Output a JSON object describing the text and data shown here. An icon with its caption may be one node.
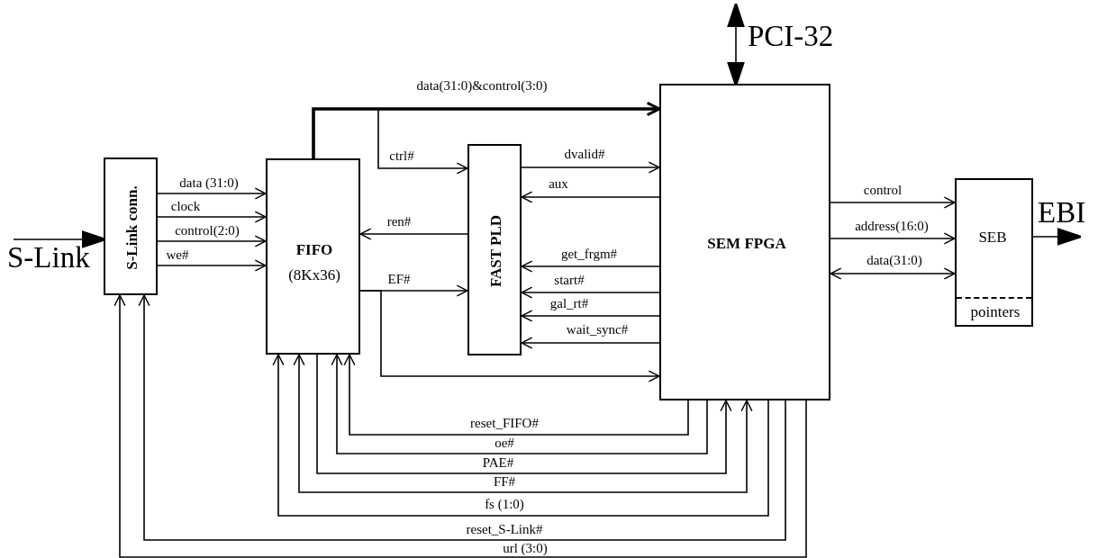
{
  "diagram": {
    "nodes": [
      {
        "text": [
          "S-Link conn."
        ]
      },
      {
        "text": [
          "FIFO",
          "(8Kx36)"
        ]
      },
      {
        "text": [
          "FAST PLD"
        ]
      },
      {
        "text": [
          "SEM FPGA"
        ]
      },
      {
        "text": [
          "SEB",
          "pointers"
        ]
      },
      {
        "text": [
          "S-Link"
        ]
      },
      {
        "text": [
          "PCI-32"
        ]
      },
      {
        "text": [
          "EBI"
        ]
      }
    ],
    "edges": [
      {
        "from": 5,
        "to": 0,
        "arrow": "to"
      },
      {
        "from": 6,
        "to": 3,
        "arrow": "both"
      },
      {
        "from": 4,
        "to": 7,
        "arrow": "to"
      },
      {
        "from": 0,
        "to": 1,
        "arrow": "to",
        "label": "data (31:0)"
      },
      {
        "from": 0,
        "to": 1,
        "arrow": "to",
        "label": "clock"
      },
      {
        "from": 0,
        "to": 1,
        "arrow": "to",
        "label": "control(2:0)"
      },
      {
        "from": 0,
        "to": 1,
        "arrow": "to",
        "label": "we#"
      },
      {
        "from": 1,
        "to": 3,
        "arrow": "to",
        "label": "data(31:0)&control(3:0)",
        "style": "thick"
      },
      {
        "from": 1,
        "to": 2,
        "arrow": "to",
        "label": "ctrl#"
      },
      {
        "from": 2,
        "to": 3,
        "arrow": "to",
        "label": "dvalid#"
      },
      {
        "from": 3,
        "to": 2,
        "arrow": "to",
        "label": "aux"
      },
      {
        "from": 2,
        "to": 1,
        "arrow": "to",
        "label": "ren#"
      },
      {
        "from": 1,
        "to": 2,
        "arrow": "to",
        "label": "EF#"
      },
      {
        "from": 1,
        "to": 3,
        "arrow": "to"
      },
      {
        "from": 3,
        "to": 2,
        "arrow": "to",
        "label": "get_frgm#"
      },
      {
        "from": 3,
        "to": 2,
        "arrow": "to",
        "label": "start#"
      },
      {
        "from": 3,
        "to": 2,
        "arrow": "to",
        "label": "gal_rt#"
      },
      {
        "from": 3,
        "to": 2,
        "arrow": "to",
        "label": "wait_sync#"
      },
      {
        "from": 3,
        "to": 4,
        "arrow": "to",
        "label": "control"
      },
      {
        "from": 3,
        "to": 4,
        "arrow": "to",
        "label": "address(16:0)"
      },
      {
        "from": 3,
        "to": 4,
        "arrow": "both",
        "label": "data(31:0)"
      },
      {
        "from": 3,
        "to": 1,
        "arrow": "to",
        "label": "reset_FIFO#"
      },
      {
        "from": 3,
        "to": 1,
        "arrow": "to",
        "label": "oe#"
      },
      {
        "from": 1,
        "to": 3,
        "arrow": "to",
        "label": "PAE#"
      },
      {
        "from": 1,
        "to": 3,
        "arrow": "both",
        "label": "FF#"
      },
      {
        "from": 3,
        "to": 1,
        "arrow": "to",
        "label": "fs (1:0)"
      },
      {
        "from": 3,
        "to": 0,
        "arrow": "to",
        "label": "reset_S-Link#"
      },
      {
        "from": 3,
        "to": 0,
        "arrow": "to",
        "label": "url (3:0)"
      }
    ]
  }
}
